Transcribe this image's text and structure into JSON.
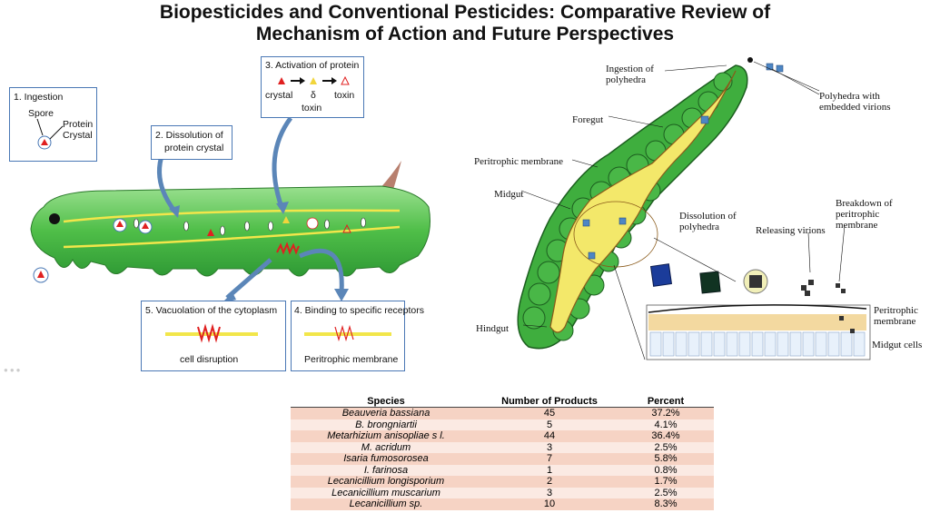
{
  "title": {
    "line1": "Biopesticides and Conventional Pesticides: Comparative Review of",
    "line2": "Mechanism of Action and Future Perspectives"
  },
  "bt_diagram": {
    "step1": {
      "heading": "1. Ingestion",
      "spore": "Spore",
      "protein": "Protein",
      "crystal": "Crystal"
    },
    "step2": {
      "line1": "2. Dissolution of",
      "line2": "protein crystal"
    },
    "step3": {
      "heading": "3. Activation of protein",
      "crystal": "crystal",
      "delta": "δ",
      "toxin1": "toxin",
      "toxin2": "toxin"
    },
    "step4": {
      "heading": "4. Binding to specific receptors",
      "caption": "Peritrophic membrane"
    },
    "step5": {
      "heading": "5. Vacuolation of the cytoplasm",
      "caption": "cell disruption"
    }
  },
  "virus_diagram": {
    "ingestion": "Ingestion of\npolyhedra",
    "polyhedra": "Polyhedra with\nembedded virions",
    "foregut": "Foregut",
    "peritrophic": "Peritrophic membrane",
    "midgut": "Midgut",
    "hindgut": "Hindgut",
    "dissolution": "Dissolution of\npolyhedra",
    "breakdown": "Breakdown of\nperitrophic\nmembrane",
    "releasing": "Releasing virions",
    "peritrophic2": "Peritrophic\nmembrane",
    "midgut_cells": "Midgut cells"
  },
  "table": {
    "headers": [
      "Species",
      "Number of Products",
      "Percent"
    ],
    "rows": [
      [
        "Beauveria bassiana",
        "45",
        "37.2%"
      ],
      [
        "B. brongniartii",
        "5",
        "4.1%"
      ],
      [
        "Metarhizium anisopliae s l.",
        "44",
        "36.4%"
      ],
      [
        "M. acridum",
        "3",
        "2.5%"
      ],
      [
        "Isaria fumosorosea",
        "7",
        "5.8%"
      ],
      [
        "I. farinosa",
        "1",
        "0.8%"
      ],
      [
        "Lecanicillium longisporium",
        "2",
        "1.7%"
      ],
      [
        "Lecanicillium muscarium",
        "3",
        "2.5%"
      ],
      [
        "Lecanicillium sp.",
        "10",
        "8.3%"
      ]
    ]
  },
  "colors": {
    "larva_green": "#5cc65a",
    "gut_yellow": "#f3e86a",
    "box_border": "#4a78b5",
    "arrow_blue": "#5b86b8",
    "toxin_red": "#e02020",
    "table_row_a": "#f6d3c4",
    "table_row_b": "#fbeae3"
  }
}
